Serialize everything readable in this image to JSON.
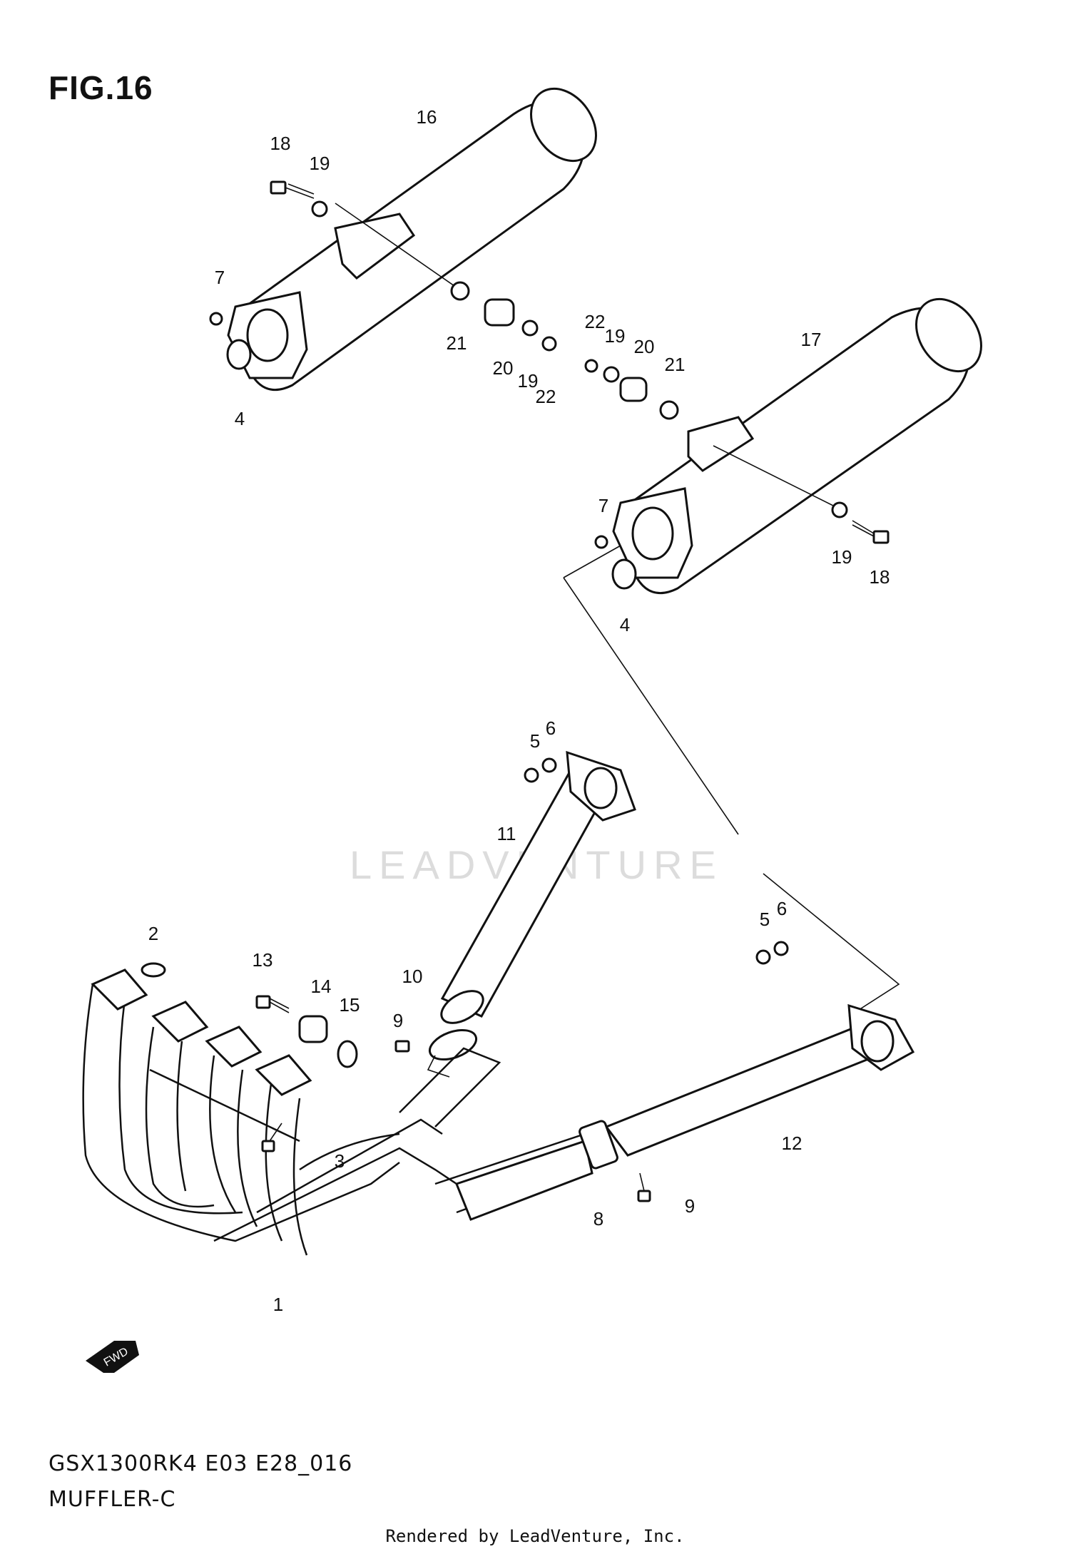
{
  "figure": {
    "title": "FIG.16",
    "model_code": "GSX1300RK4 E03 E28_016",
    "section_name": "MUFFLER-C"
  },
  "watermark": "LEADVENTURE",
  "footer": "Rendered by LeadVenture, Inc.",
  "fwd_label": "FWD",
  "callouts": [
    {
      "id": "c16",
      "label": "16"
    },
    {
      "id": "c18a",
      "label": "18"
    },
    {
      "id": "c19a",
      "label": "19"
    },
    {
      "id": "c7a",
      "label": "7"
    },
    {
      "id": "c21a",
      "label": "21"
    },
    {
      "id": "c20a",
      "label": "20"
    },
    {
      "id": "c19b",
      "label": "19"
    },
    {
      "id": "c22a",
      "label": "22"
    },
    {
      "id": "c4a",
      "label": "4"
    },
    {
      "id": "c22b",
      "label": "22"
    },
    {
      "id": "c19c",
      "label": "19"
    },
    {
      "id": "c20b",
      "label": "20"
    },
    {
      "id": "c21b",
      "label": "21"
    },
    {
      "id": "c17",
      "label": "17"
    },
    {
      "id": "c7b",
      "label": "7"
    },
    {
      "id": "c19d",
      "label": "19"
    },
    {
      "id": "c18b",
      "label": "18"
    },
    {
      "id": "c4b",
      "label": "4"
    },
    {
      "id": "c5a",
      "label": "5"
    },
    {
      "id": "c6a",
      "label": "6"
    },
    {
      "id": "c11",
      "label": "11"
    },
    {
      "id": "c2",
      "label": "2"
    },
    {
      "id": "c13",
      "label": "13"
    },
    {
      "id": "c14",
      "label": "14"
    },
    {
      "id": "c15",
      "label": "15"
    },
    {
      "id": "c10",
      "label": "10"
    },
    {
      "id": "c9a",
      "label": "9"
    },
    {
      "id": "c5b",
      "label": "5"
    },
    {
      "id": "c6b",
      "label": "6"
    },
    {
      "id": "c3",
      "label": "3"
    },
    {
      "id": "c12",
      "label": "12"
    },
    {
      "id": "c8",
      "label": "8"
    },
    {
      "id": "c9b",
      "label": "9"
    },
    {
      "id": "c1",
      "label": "1"
    }
  ]
}
